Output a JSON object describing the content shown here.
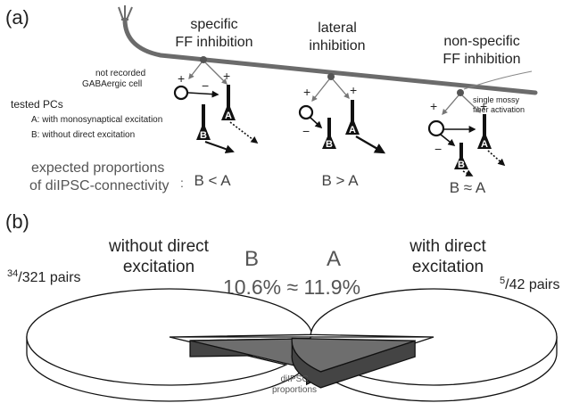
{
  "panel_a": {
    "label": "(a)",
    "scenarios": [
      {
        "title_line1": "specific",
        "title_line2": "FF inhibition",
        "relation": "B < A"
      },
      {
        "title_line1": "lateral",
        "title_line2": "inhibition",
        "relation": "B > A"
      },
      {
        "title_line1": "non-specific",
        "title_line2": "FF inhibition",
        "relation": "B ≈ A"
      }
    ],
    "not_recorded_line1": "not recorded",
    "not_recorded_line2": "GABAergic cell",
    "tested_pcs": "tested PCs",
    "cell_a_desc": "A: with monosynaptical excitation",
    "cell_b_desc": "B: without direct excitation",
    "expected_line1": "expected proportions",
    "expected_line2": "of diIPSC-connectivity",
    "expected_colon": ":",
    "mossy_line1": "single mossy",
    "mossy_line2": "fiber activation",
    "cell_label_a": "A",
    "cell_label_b": "B",
    "plus": "+",
    "minus": "−"
  },
  "panel_b": {
    "label": "(b)",
    "left_title_line1": "without direct",
    "left_title_line2": "excitation",
    "right_title_line1": "with direct",
    "right_title_line2": "excitation",
    "left_count_num": "34",
    "left_count_den": "/321 pairs",
    "right_count_num": "5",
    "right_count_den": "/42 pairs",
    "letter_b": "B",
    "letter_a": "A",
    "percent_line": "10.6% ≈ 11.9%",
    "caption_line1": "diIPSC",
    "caption_line2": "proportions"
  },
  "chart_data": {
    "type": "pie",
    "series": [
      {
        "name": "B",
        "fraction_percent": 10.6,
        "connected": 34,
        "total": 321
      },
      {
        "name": "A",
        "fraction_percent": 11.9,
        "connected": 5,
        "total": 42
      }
    ]
  },
  "colors": {
    "ink": "#222222",
    "axon": "#6b6b6b",
    "slice": "#6e6e6e",
    "text_grey": "#555555"
  }
}
